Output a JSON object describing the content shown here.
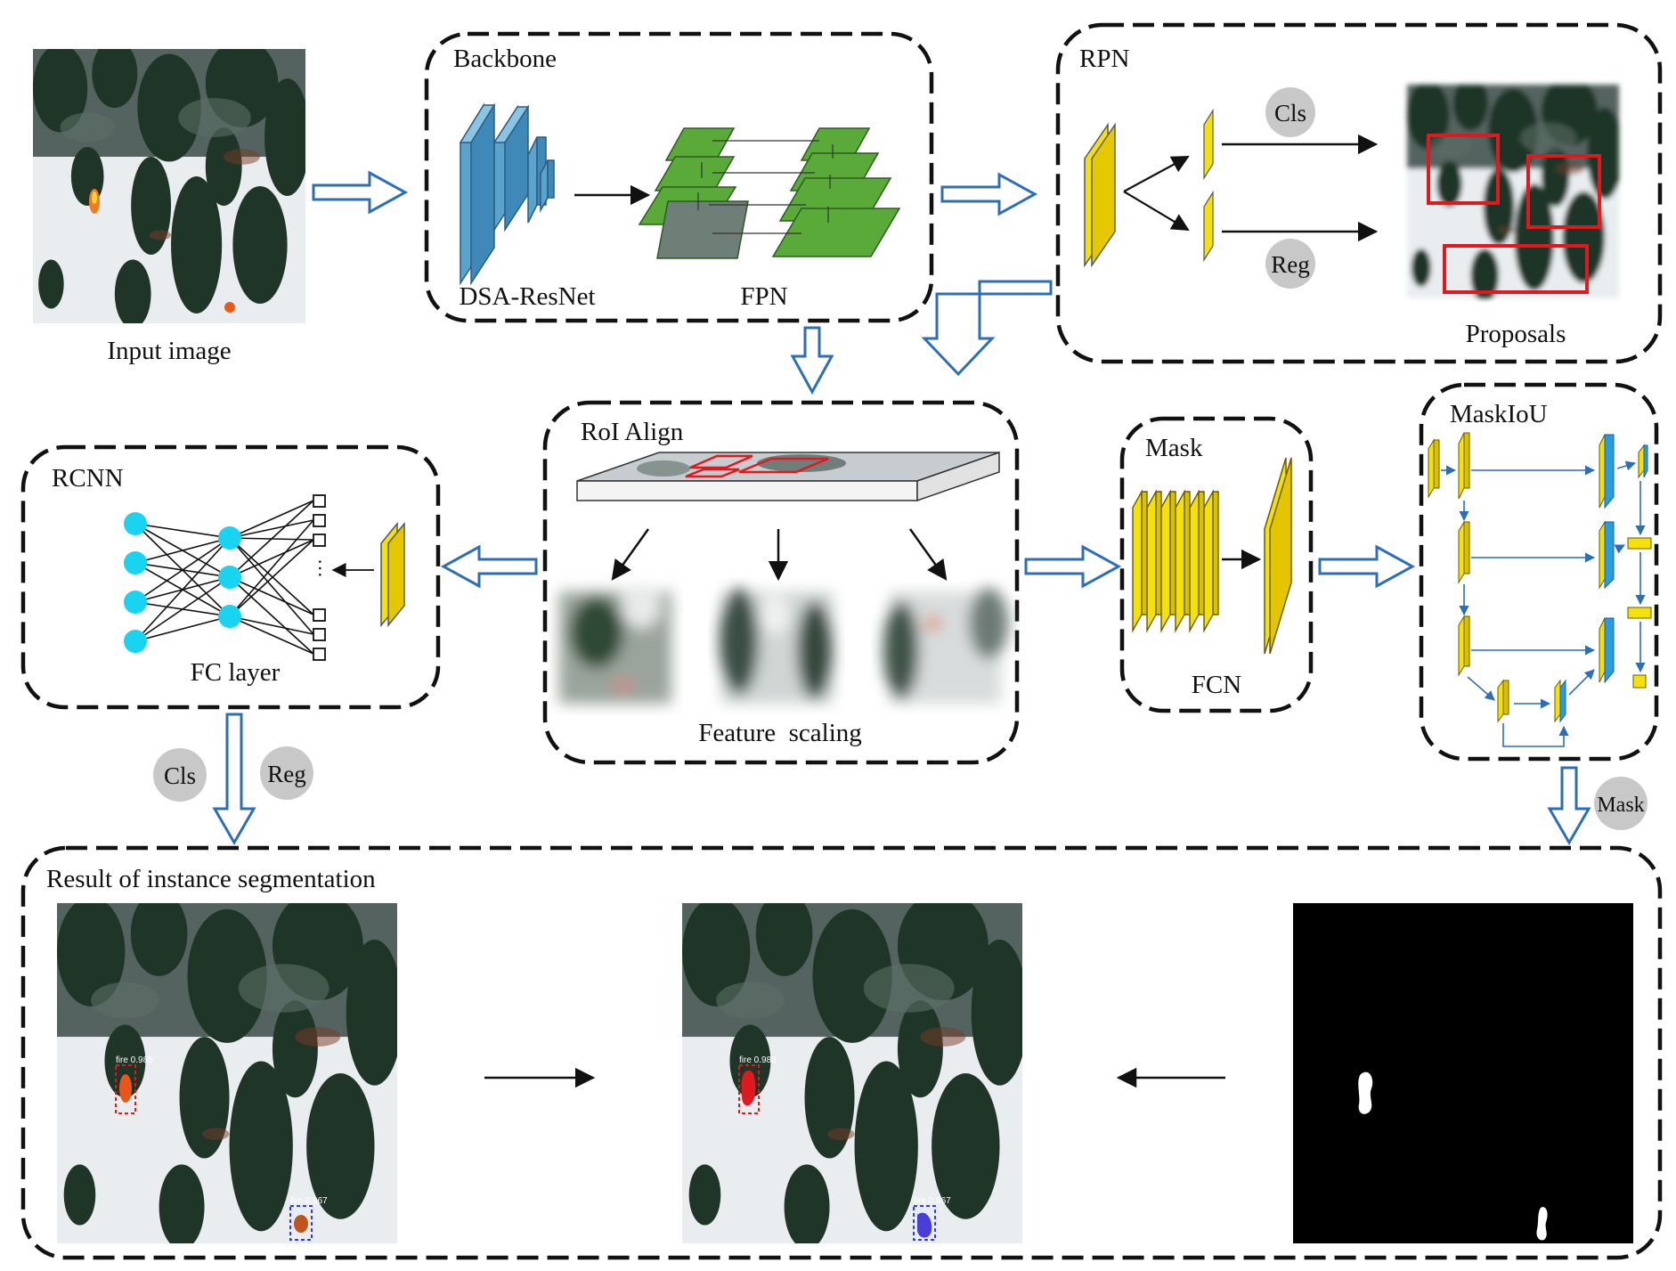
{
  "input": {
    "caption": "Input image"
  },
  "backbone": {
    "title": "Backbone",
    "resnet_label": "DSA-ResNet",
    "fpn_label": "FPN"
  },
  "rpn": {
    "title": "RPN",
    "cls": "Cls",
    "reg": "Reg",
    "proposals": "Proposals"
  },
  "roi_align": {
    "title": "RoI Align",
    "feature_scaling": "Feature  scaling"
  },
  "rcnn": {
    "title": "RCNN",
    "fc_layer": "FC layer",
    "ellipsis": "···"
  },
  "mask_head": {
    "title": "Mask",
    "fcn": "FCN"
  },
  "maskiou": {
    "title": "MaskIoU"
  },
  "outputs": {
    "cls": "Cls",
    "reg": "Reg",
    "mask": "Mask"
  },
  "result": {
    "title": "Result of instance segmentation",
    "det1": "fire 0.985",
    "det2": "fire 0.967"
  },
  "colors": {
    "layer_blue": "#5ba3cf",
    "fpn_green": "#5aaa3a",
    "feature_yellow": "#f5e10a",
    "box_red": "#e0191e",
    "node_cyan": "#19d4f0",
    "flow_arrow_blue": "#2c6fb7",
    "circle_gray": "#c8c8c8"
  }
}
